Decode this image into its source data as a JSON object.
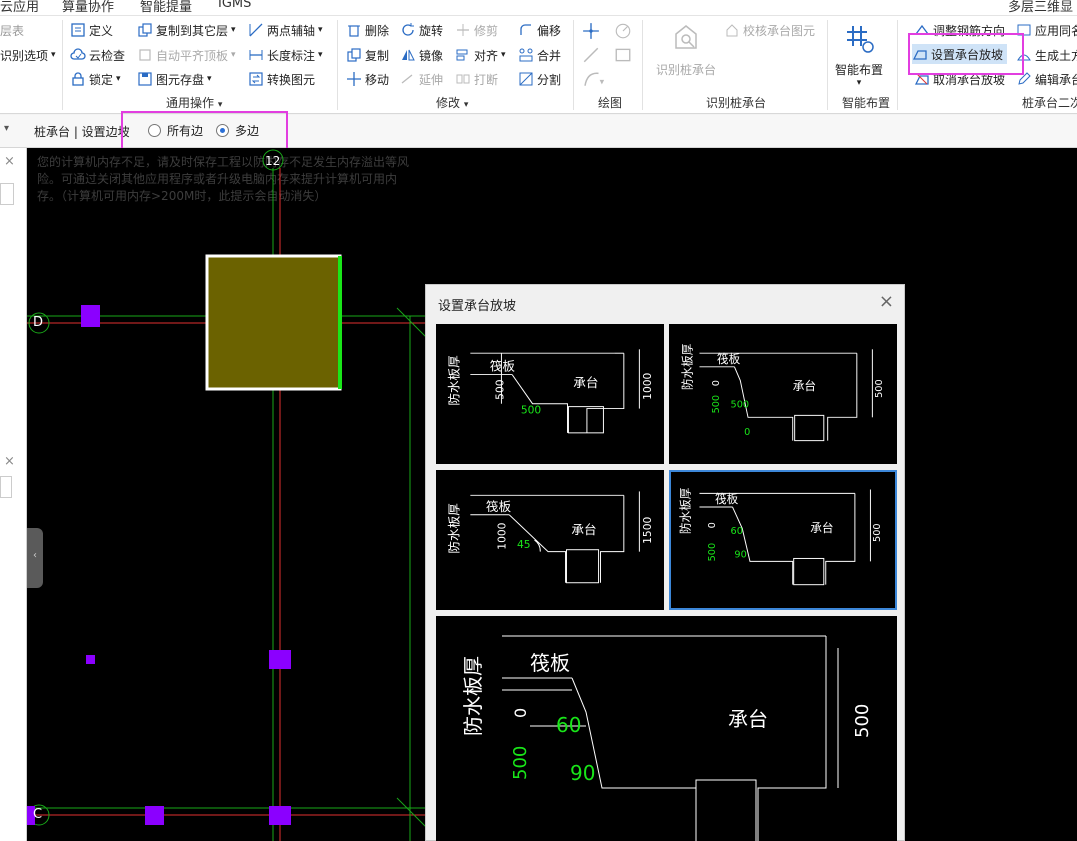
{
  "menubar": {
    "items": [
      "云应用",
      "算量协作",
      "智能提量",
      "IGMS"
    ],
    "right_text": "多层三维显示"
  },
  "ribbon": {
    "left_partial": [
      "层表",
      "识别选项"
    ],
    "common_ops": {
      "label": "通用操作",
      "define": "定义",
      "cloud_check": "云检查",
      "lock": "锁定",
      "copy_to_layer": "复制到其它层",
      "auto_flush": "自动平齐顶板",
      "element_save": "图元存盘",
      "two_point_axis": "两点辅轴",
      "length_mark": "长度标注",
      "convert_element": "转换图元"
    },
    "modify": {
      "label": "修改",
      "delete": "删除",
      "rotate": "旋转",
      "trim": "修剪",
      "offset": "偏移",
      "copy": "复制",
      "mirror": "镜像",
      "align": "对齐",
      "merge": "合并",
      "move": "移动",
      "extend": "延伸",
      "break": "打断",
      "split": "分割"
    },
    "draw": {
      "label": "绘图"
    },
    "identify": {
      "label": "识别桩承台",
      "identify_btn": "识别桩承台",
      "check_btn": "校核承台图元"
    },
    "smart": {
      "label": "智能布置",
      "btn": "智能布置"
    },
    "pile_cap": {
      "label": "桩承台二次",
      "adjust_rebar": "调整钢筋方向",
      "set_slope": "设置承台放坡",
      "cancel_slope": "取消承台放坡",
      "apply_same": "应用同名",
      "gen_soil": "生成土方",
      "edit_cap": "编辑承台"
    }
  },
  "toolbar2": {
    "breadcrumb": "桩承台 | 设置边坡",
    "option_all": "所有边",
    "option_multi": "多边",
    "selected": "多边"
  },
  "canvas": {
    "warning": "您的计算机内存不足，请及时保存工程以防内存不足发生内存溢出等风险。可通过关闭其他应用程序或者升级电脑内存来提升计算机可用内存。（计算机可用内存>200M时，此提示会自动消失）",
    "axis_top": "12",
    "axis_d": "D",
    "axis_c": "C"
  },
  "dialog": {
    "title": "设置承台放坡",
    "close": "×",
    "options": [
      {
        "t_label": "防水板厚",
        "raft": "筏板",
        "cap": "承台",
        "v1": "500",
        "v2": "500",
        "h": "1000"
      },
      {
        "t_label": "防水板厚",
        "raft": "筏板",
        "cap": "承台",
        "v1": "0",
        "v2": "500",
        "v3": "500",
        "v4": "0",
        "h": "500"
      },
      {
        "t_label": "防水板厚",
        "raft": "筏板",
        "cap": "承台",
        "v1": "1000",
        "angle": "45",
        "h": "1500"
      },
      {
        "t_label": "防水板厚",
        "raft": "筏板",
        "cap": "承台",
        "v1": "0",
        "a1": "60",
        "v2": "500",
        "a2": "90",
        "h": "500"
      }
    ],
    "preview": {
      "t_label": "防水板厚",
      "raft": "筏板",
      "cap": "承台",
      "v1": "0",
      "a1": "60",
      "v2": "500",
      "a2": "90",
      "h": "500"
    }
  },
  "colors": {
    "accent_pink": "#e23ee0",
    "selected_border": "#3c87d9",
    "cad_green": "#19e619"
  }
}
